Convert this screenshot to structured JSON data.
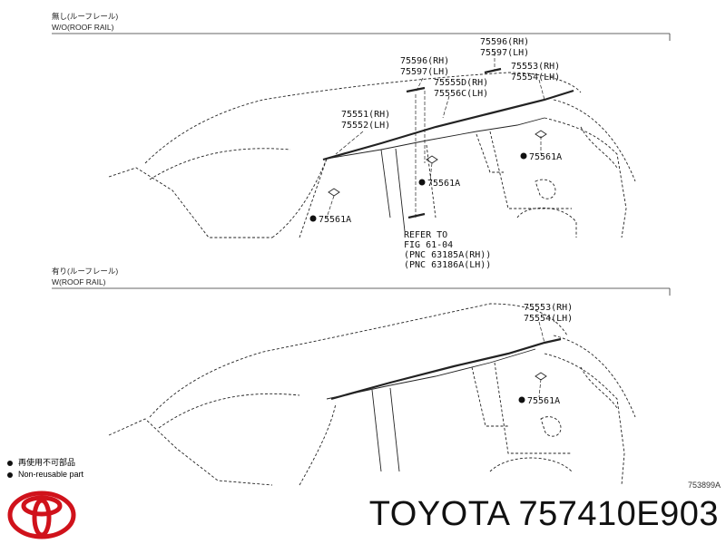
{
  "sections": {
    "top": {
      "title_jp": "無し(ルーフレール)",
      "title_en": "W/O(ROOF RAIL)"
    },
    "bottom": {
      "title_jp": "有り(ルーフレール)",
      "title_en": "W(ROOF RAIL)"
    }
  },
  "labels": {
    "l75596_top": "75596(RH)",
    "l75597_top": "75597(LH)",
    "l75596_mid": "75596(RH)",
    "l75597_mid": "75597(LH)",
    "l75555": "75555D(RH)",
    "l75556": "75556C(LH)",
    "l75553": "75553(RH)",
    "l75554": "75554(LH)",
    "l75551": "75551(RH)",
    "l75552": "75552(LH)",
    "clip_a": "75561A",
    "clip_b": "75561A",
    "clip_c": "75561A",
    "refer1": "REFER TO",
    "refer2": "FIG 61-04",
    "refer3": "(PNC 63185A(RH))",
    "refer4": "(PNC 63186A(LH))",
    "b_75553": "75553(RH)",
    "b_75554": "75554(LH)",
    "b_clip": "75561A"
  },
  "legend": {
    "jp": "再使用不可部品",
    "en": "Non-reusable part"
  },
  "figure_code": "753899A",
  "brand": "TOYOTA",
  "part_number": "757410E903",
  "colors": {
    "logo": "#d0121b",
    "ink": "#111111"
  }
}
